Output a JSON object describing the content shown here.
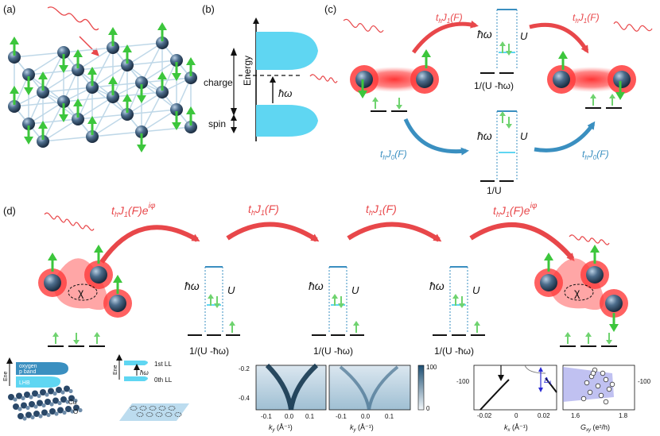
{
  "panels": {
    "a": "(a)",
    "b": "(b)",
    "c": "(c)",
    "d": "(d)"
  },
  "b": {
    "energy": "Energy",
    "charge": "charge",
    "spin": "spin",
    "hw": "ħω"
  },
  "c": {
    "hop_red_left": "t",
    "hop_sub_h": "h",
    "hop_J1": "J",
    "hop_sub_1": "1",
    "hop_F": "(F)",
    "hop_J0": "J",
    "hop_sub_0": "0",
    "hw": "ħω",
    "U": "U",
    "den1": "1/(U -ħω)",
    "den0": "1/U"
  },
  "d": {
    "hop1": "(F)e",
    "hop_exp": "iφ",
    "hop_plain": "(F)",
    "hw": "ħω",
    "U": "U",
    "den": "1/(U -ħω)",
    "chi": "χ"
  },
  "insets": {
    "ene": "Ene",
    "oxygen": "oxygen",
    "pband": "p band",
    "lhb": "LHB",
    "cu": "Cu",
    "o": "O",
    "ll1": "1st LL",
    "ll0": "0th LL",
    "hw": "ħω",
    "arpes_y_ticks": [
      "-0.2",
      "-0.4"
    ],
    "arpes_x_ticks": [
      "-0.1",
      "0.0",
      "0.1"
    ],
    "ky_label": "k",
    "ky_sub": "y",
    "ky_unit": " (Å⁻¹)",
    "cbar_ticks": [
      "100",
      "0"
    ],
    "kx_label": "k",
    "kx_sub": "x",
    "kx_unit": " (Å⁻¹)",
    "kx_ticks": [
      "-0.02",
      "0",
      "0.02"
    ],
    "kx_y_tick": "-100",
    "delta": "Δ",
    "delta_sub": "1",
    "gxy_label": "G",
    "gxy_sub": "xy",
    "gxy_unit": " (e²/h)",
    "gxy_ticks": [
      "1.6",
      "1.8"
    ],
    "gxy_y_tick": "-100"
  },
  "colors": {
    "red": "#e8474a",
    "blue": "#3a8fc0",
    "cyan": "#5fd6f2",
    "green": "#3cc63c",
    "atom": "#2e4a66"
  }
}
